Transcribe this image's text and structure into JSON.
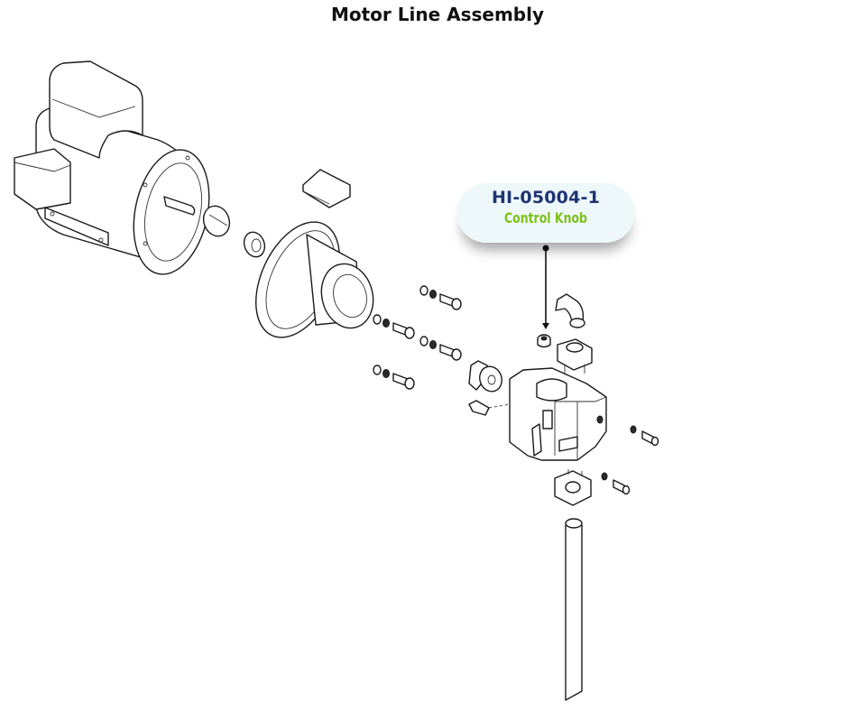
{
  "title": "Motor Line Assembly",
  "callout": {
    "part_number": "HI-05004-1",
    "description": "Control Knob",
    "colors": {
      "part_number": "#1e3473",
      "description": "#7cc11b",
      "background": "#eef7f9"
    }
  },
  "parts": [
    "electric-motor",
    "motor-coupling-half",
    "coupling-spider",
    "coupling-guard-cover",
    "bell-housing",
    "bolts-washers",
    "pump-coupling-half",
    "control-knob",
    "elbow-fitting",
    "inlet-flange",
    "hydraulic-pump",
    "hose-fitting",
    "outlet-flange",
    "flange-bolts",
    "suction-pipe"
  ]
}
